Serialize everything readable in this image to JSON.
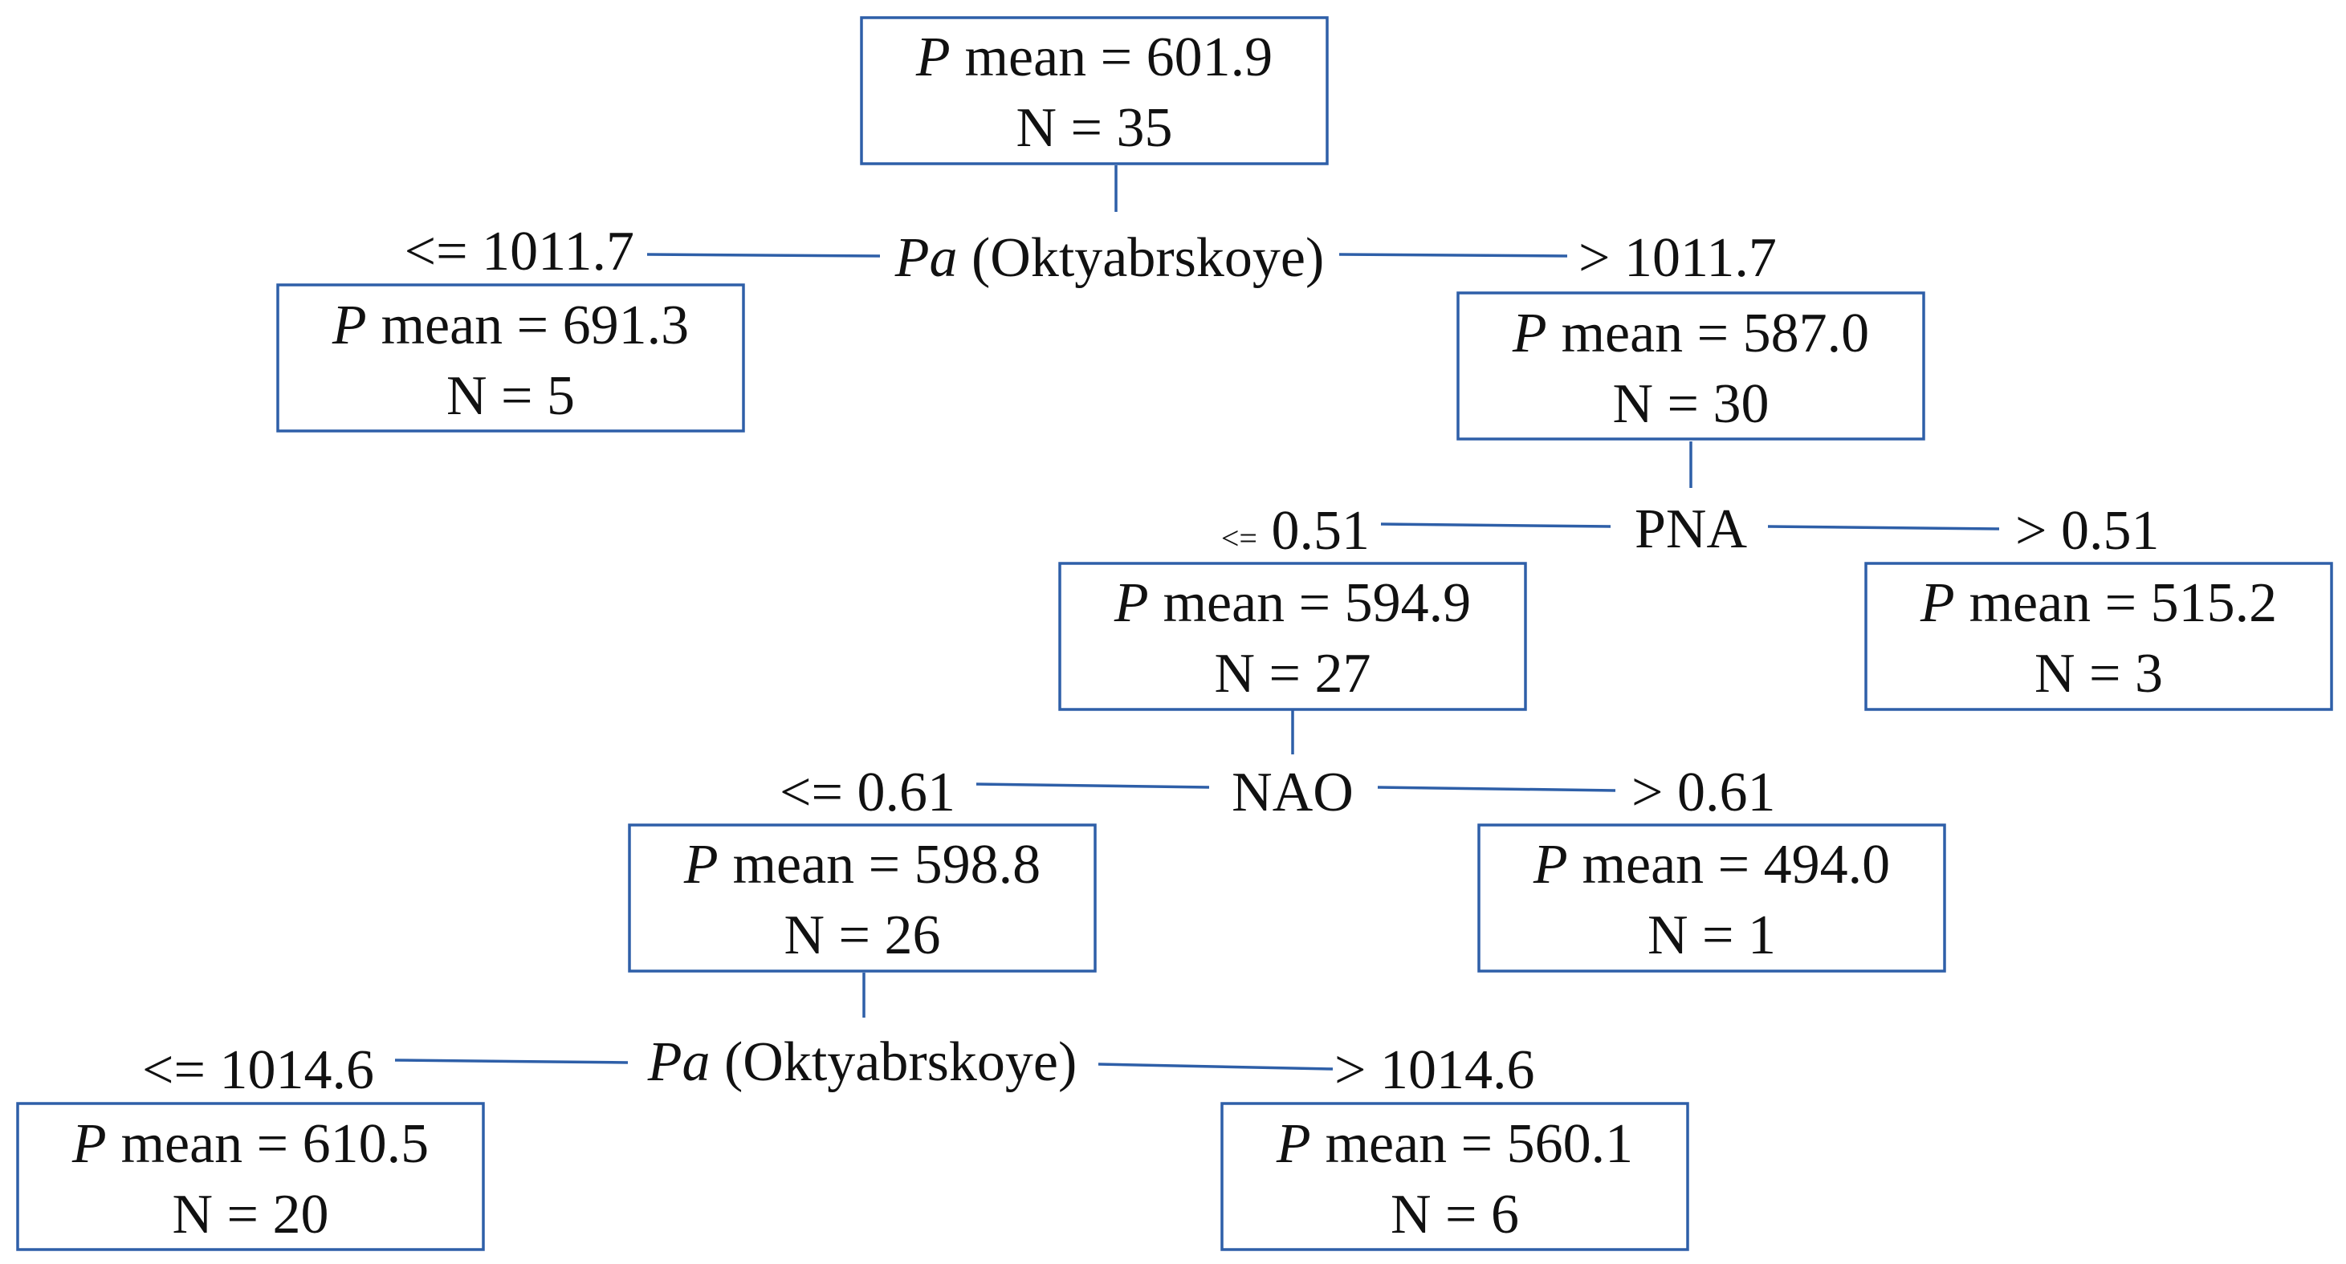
{
  "colors": {
    "line": "#2E5FA8",
    "box_border": "#2E5FA8",
    "text": "#111111"
  },
  "nodes": {
    "root": {
      "mean_label": "P",
      "mean_text": "mean = 601.9",
      "n_text": "N = 35"
    },
    "left1": {
      "mean_label": "P",
      "mean_text": "mean = 691.3",
      "n_text": "N = 5"
    },
    "right1": {
      "mean_label": "P",
      "mean_text": "mean = 587.0",
      "n_text": "N = 30"
    },
    "left2": {
      "mean_label": "P",
      "mean_text": "mean = 594.9",
      "n_text": "N = 27"
    },
    "right2": {
      "mean_label": "P",
      "mean_text": "mean = 515.2",
      "n_text": "N = 3"
    },
    "left3": {
      "mean_label": "P",
      "mean_text": "mean = 598.8",
      "n_text": "N = 26"
    },
    "right3": {
      "mean_label": "P",
      "mean_text": "mean = 494.0",
      "n_text": "N = 1"
    },
    "left4": {
      "mean_label": "P",
      "mean_text": "mean = 610.5",
      "n_text": "N = 20"
    },
    "right4": {
      "mean_label": "P",
      "mean_text": "mean = 560.1",
      "n_text": "N = 6"
    }
  },
  "splits": {
    "split1": {
      "var_italic": "Pa",
      "var_rest": " (Oktyabrskoye)",
      "left": "<= 1011.7",
      "right": "> 1011.7"
    },
    "split2": {
      "var_italic": "",
      "var_rest": "PNA",
      "left_small": "<=",
      "left_value": " 0.51",
      "right": "> 0.51"
    },
    "split3": {
      "var_italic": "",
      "var_rest": "NAO",
      "left": "<= 0.61",
      "right": "> 0.61"
    },
    "split4": {
      "var_italic": "Pa",
      "var_rest": " (Oktyabrskoye)",
      "left": "<= 1014.6",
      "right": "> 1014.6"
    }
  }
}
